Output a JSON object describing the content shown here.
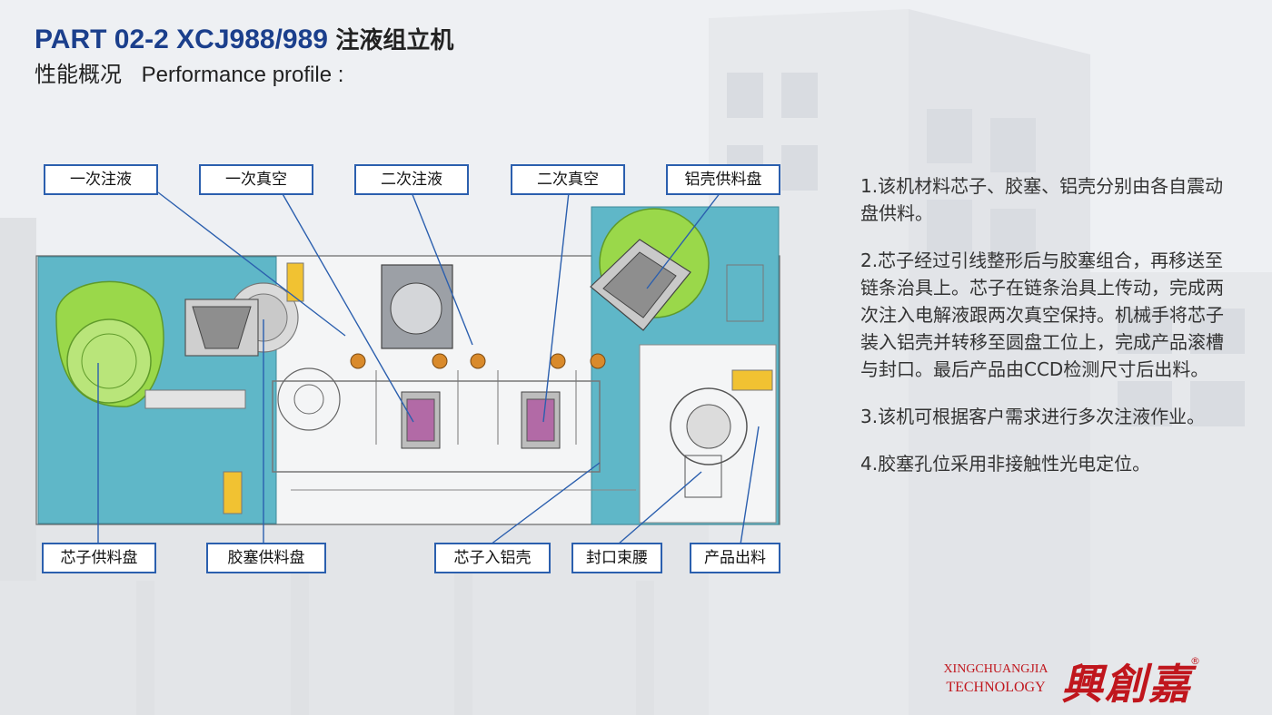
{
  "header": {
    "title_en": "PART 02-2 XCJ988/989",
    "title_zh": "注液组立机",
    "subtitle_zh": "性能概况",
    "subtitle_en": "Performance profile :"
  },
  "callouts": {
    "primary_injection": "一次注液",
    "primary_vacuum": "一次真空",
    "secondary_injection": "二次注液",
    "secondary_vacuum": "二次真空",
    "case_feeder": "铝壳供料盘",
    "core_feeder": "芯子供料盘",
    "plug_feeder": "胶塞供料盘",
    "core_into_case": "芯子入铝壳",
    "sealing_necking": "封口束腰",
    "product_output": "产品出料"
  },
  "description": [
    "1.该机材料芯子、胶塞、铝壳分别由各自震动盘供料。",
    "2.芯子经过引线整形后与胶塞组合，再移送至链条治具上。芯子在链条治具上传动，完成两次注入电解液跟两次真空保持。机械手将芯子装入铝壳并转移至圆盘工位上，完成产品滚槽与封口。最后产品由CCD检测尺寸后出料。",
    "3.该机可根据客户需求进行多次注液作业。",
    "4.胶塞孔位采用非接触性光电定位。"
  ],
  "logo": {
    "line1": "XINGCHUANGJIA",
    "line2": "TECHNOLOGY",
    "chinese": "興創嘉",
    "reg_mark": "®"
  },
  "colors": {
    "title_blue": "#1b3f8c",
    "callout_border": "#2b5fae",
    "panel_teal": "#5fb7c8",
    "feeder_green": "#9ad84a",
    "brand_red": "#c0161d"
  }
}
